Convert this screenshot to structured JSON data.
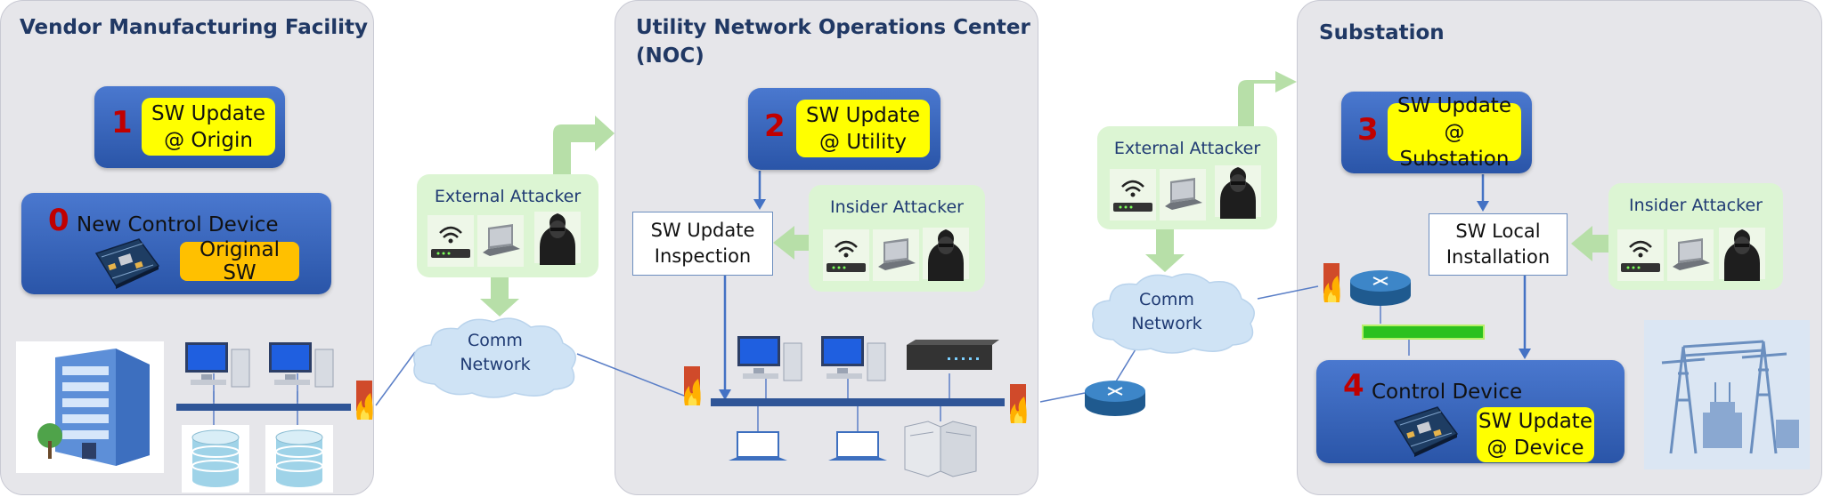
{
  "zones": {
    "vendor_title": "Vendor Manufacturing Facility",
    "noc_title_line1": "Utility Network Operations Center",
    "noc_title_line2": "(NOC)",
    "substation_title": "Substation"
  },
  "steps": {
    "s0": "0",
    "s1": "1",
    "s2": "2",
    "s3": "3",
    "s4": "4"
  },
  "boxes": {
    "origin_line1": "SW Update",
    "origin_line2": "@ Origin",
    "new_device_label": "New Control Device",
    "original_sw": "Original SW",
    "utility_line1": "SW Update",
    "utility_line2": "@ Utility",
    "inspection_line1": "SW Update",
    "inspection_line2": "Inspection",
    "substation_line1": "SW Update",
    "substation_line2": "@ Substation",
    "local_line1": "SW Local",
    "local_line2": "Installation",
    "control_device_label": "Control Device",
    "device_line1": "SW Update",
    "device_line2": "@ Device"
  },
  "attackers": {
    "external_1": "External Attacker",
    "insider_1": "Insider Attacker",
    "external_2": "External Attacker",
    "insider_2": "Insider Attacker"
  },
  "clouds": {
    "comm1_line1": "Comm",
    "comm1_line2": "Network",
    "comm2_line1": "Comm",
    "comm2_line2": "Network"
  },
  "colors": {
    "zone_bg": "#e6e6ea",
    "title": "#203864",
    "blue_box": "#2f5cb3",
    "highlight": "#ffff00",
    "original_sw": "#ffc000",
    "step_number": "#c00000",
    "attacker_bg": "#dcf5d3",
    "cloud": "#cfe3f5",
    "network_bus": "#2f5597",
    "arrow_blue": "#4472c4",
    "arrow_green": "#b7dfa8"
  }
}
